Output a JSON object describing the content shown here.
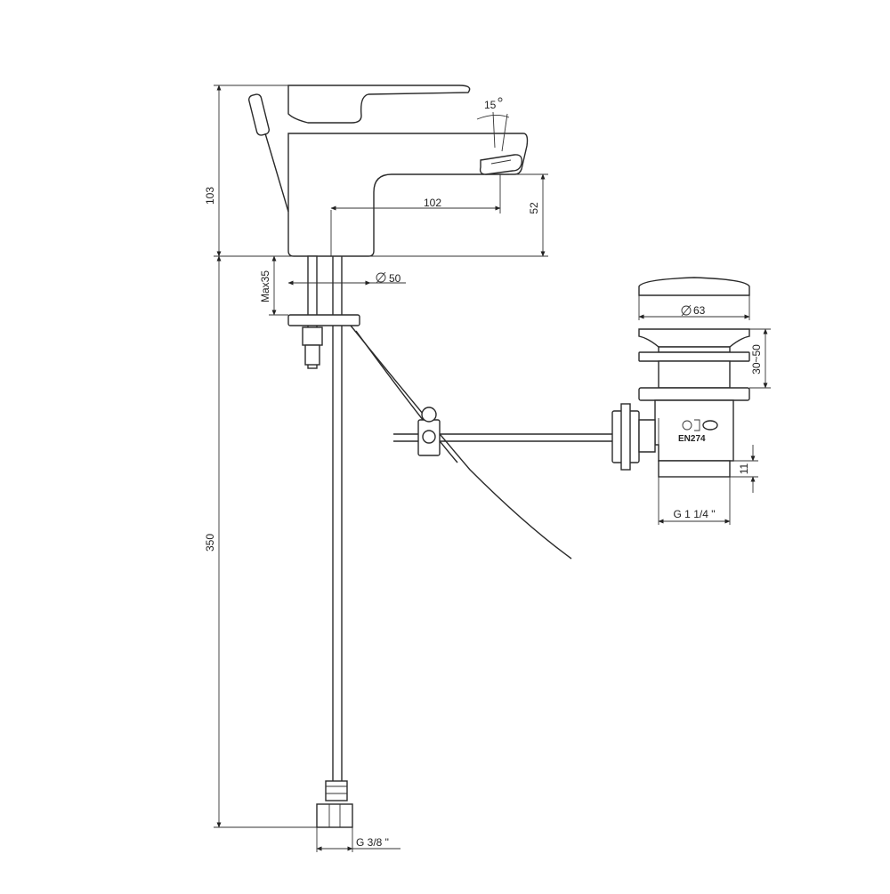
{
  "dimensions": {
    "total_height": "103",
    "spout_reach": "102",
    "spout_height": "52",
    "lever_angle": "15",
    "mounting_hole": "50",
    "max_deck_thickness": "Max35",
    "hose_length": "350",
    "inlet_thread": "G 3/8 \"",
    "waste_cap_diameter": "63",
    "waste_adjust_range": "30~50",
    "waste_thread_length": "11",
    "waste_thread": "G 1 1/4 \""
  },
  "marks": {
    "standard": "EN274"
  },
  "colors": {
    "line": "#2a2a2a",
    "background": "#ffffff"
  }
}
